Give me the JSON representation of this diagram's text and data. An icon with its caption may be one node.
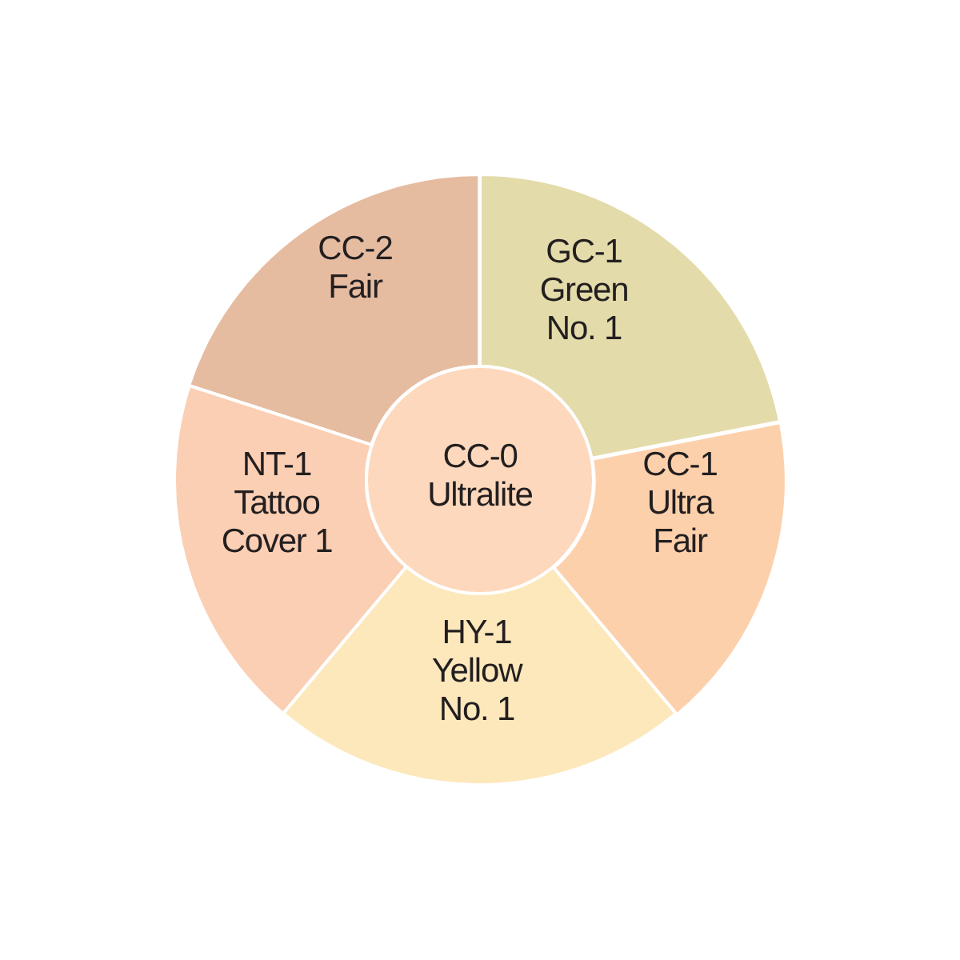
{
  "diagram": {
    "nodes": [
      {
        "text": [
          "CC-2 Fair"
        ]
      },
      {
        "text": [
          "GC-1 Green No. 1"
        ]
      },
      {
        "text": [
          "NT-1 Tattoo Cover 1"
        ]
      },
      {
        "text": [
          "CC-0 Ultralite"
        ]
      },
      {
        "text": [
          "CC-1 Ultra Fair"
        ]
      },
      {
        "text": [
          "HY-1 Yellow No. 1"
        ]
      }
    ]
  }
}
